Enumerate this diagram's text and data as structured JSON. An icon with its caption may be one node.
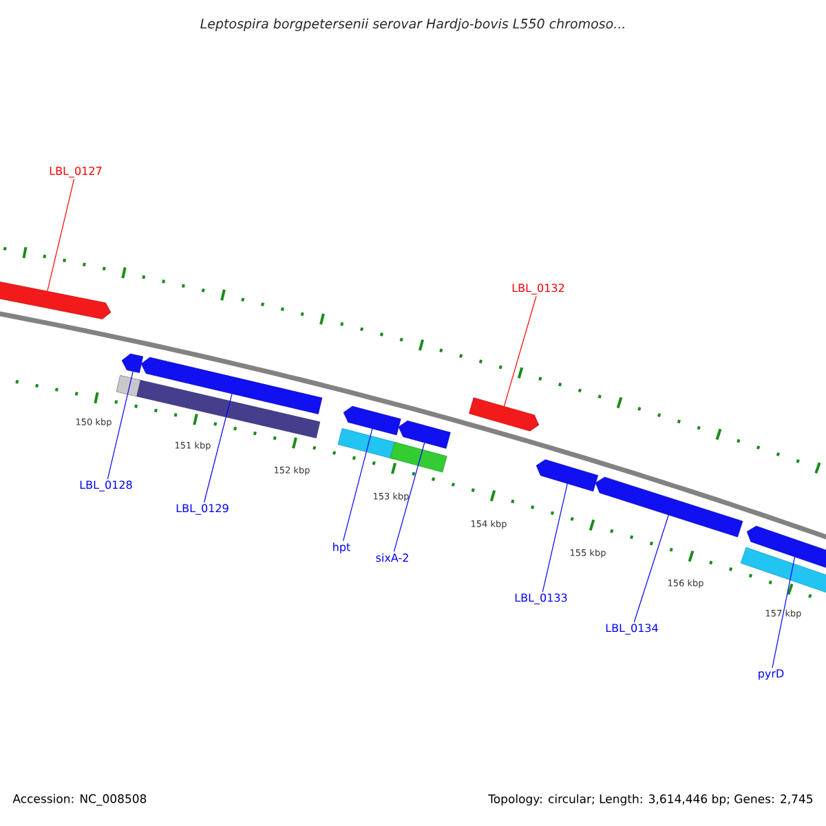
{
  "diagram": {
    "title": "Leptospira borgpetersenii serovar Hardjo-bovis L550 chromoso...",
    "nodes": [
      {
        "text": [
          "LBL_0127"
        ]
      },
      {
        "text": [
          "LBL_0132"
        ]
      },
      {
        "text": [
          "LBL_0128"
        ]
      },
      {
        "text": [
          "LBL_0129"
        ]
      },
      {
        "text": [
          "hpt"
        ]
      },
      {
        "text": [
          "sixA-2"
        ]
      },
      {
        "text": [
          "LBL_0133"
        ]
      },
      {
        "text": [
          "LBL_0134"
        ]
      },
      {
        "text": [
          "pyrD"
        ]
      },
      {
        "text": [],
        "shape": "bar"
      },
      {
        "text": [],
        "shape": "bar"
      },
      {
        "text": [],
        "shape": "bar"
      },
      {
        "text": [],
        "shape": "bar"
      },
      {
        "text": [],
        "shape": "bar"
      },
      {
        "text": [],
        "shape": "bar"
      },
      {
        "text": [],
        "shape": "bar"
      },
      {
        "text": [],
        "shape": "bar"
      },
      {
        "text": [],
        "shape": "bar"
      },
      {
        "text": [],
        "shape": "bar"
      },
      {
        "text": [],
        "shape": "bar"
      },
      {
        "text": [],
        "shape": "bar"
      },
      {
        "text": [],
        "shape": "bar"
      }
    ],
    "edges": [
      {
        "from": 0,
        "to": 9,
        "arrow": "none",
        "color": "#ff0000"
      },
      {
        "from": 1,
        "to": 17,
        "arrow": "none",
        "color": "#ff0000"
      },
      {
        "from": 2,
        "to": 11,
        "arrow": "none"
      },
      {
        "from": 3,
        "to": 12,
        "arrow": "none"
      },
      {
        "from": 4,
        "to": 14,
        "arrow": "none"
      },
      {
        "from": 5,
        "to": 16,
        "arrow": "none"
      },
      {
        "from": 6,
        "to": 18,
        "arrow": "none"
      },
      {
        "from": 7,
        "to": 19,
        "arrow": "none"
      },
      {
        "from": 8,
        "to": 21,
        "arrow": "none"
      }
    ],
    "labels": [
      "150 kbp",
      "151 kbp",
      "152 kbp",
      "153 kbp",
      "154 kbp",
      "155 kbp",
      "156 kbp",
      "157 kbp",
      "Accession: NC_008508",
      "Topology: circular; Length: 3,614,446 bp; Genes: 2,745"
    ]
  }
}
